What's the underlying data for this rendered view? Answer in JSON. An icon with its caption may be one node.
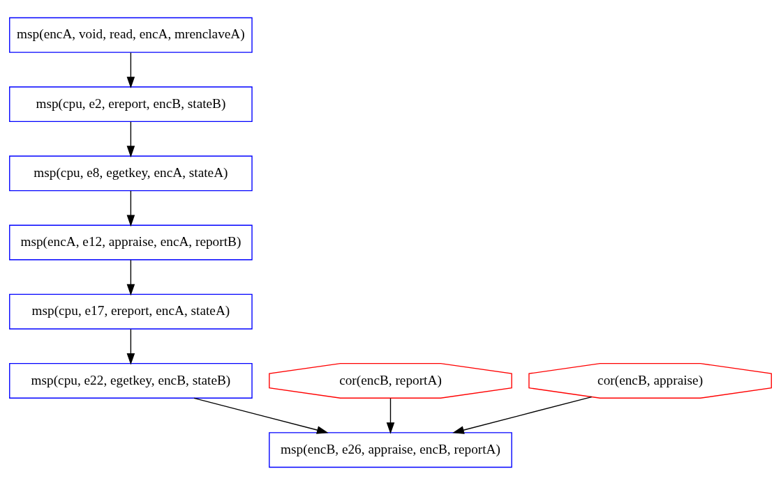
{
  "diagram": {
    "nodes": [
      {
        "text": [
          "msp(encA, void, read, encA, mrenclaveA)"
        ]
      },
      {
        "text": [
          "msp(cpu, e2, ereport, encB, stateB)"
        ]
      },
      {
        "text": [
          "msp(cpu, e8, egetkey, encA, stateA)"
        ]
      },
      {
        "text": [
          "msp(encA, e12, appraise, encA, reportB)"
        ]
      },
      {
        "text": [
          "msp(cpu, e17, ereport, encA, stateA)"
        ]
      },
      {
        "text": [
          "msp(cpu, e22, egetkey, encB, stateB)"
        ]
      },
      {
        "text": [
          "cor(encB, reportA)"
        ]
      },
      {
        "text": [
          "cor(encB, appraise)"
        ]
      },
      {
        "text": [
          "msp(encB, e26, appraise, encB, reportA)"
        ]
      }
    ],
    "edges": [
      {
        "from": 0,
        "to": 1,
        "arrow": "to"
      },
      {
        "from": 1,
        "to": 2,
        "arrow": "to"
      },
      {
        "from": 2,
        "to": 3,
        "arrow": "to"
      },
      {
        "from": 3,
        "to": 4,
        "arrow": "to"
      },
      {
        "from": 4,
        "to": 5,
        "arrow": "to"
      },
      {
        "from": 6,
        "to": 8,
        "arrow": "to"
      },
      {
        "from": 7,
        "to": 8,
        "arrow": "to"
      },
      {
        "from": 5,
        "to": 8,
        "arrow": "to"
      }
    ]
  }
}
